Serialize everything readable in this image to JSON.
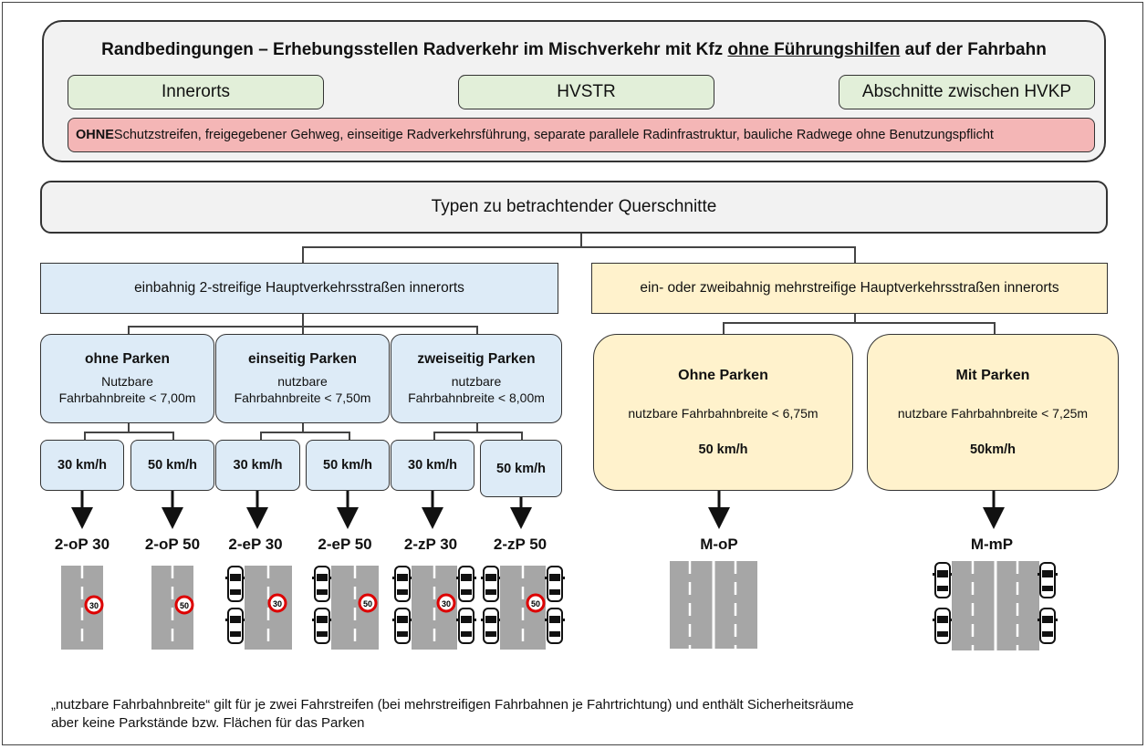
{
  "conditions": {
    "title_pre": "Randbedingungen – Erhebungsstellen Radverkehr im Mischverkehr mit Kfz ",
    "title_underlined": "ohne Führungshilfen",
    "title_post": " auf der Fahrbahn",
    "tags": [
      "Innerorts",
      "HVSTR",
      "Abschnitte zwischen HVKP"
    ],
    "excl_bold": "OHNE",
    "excl_text": " Schutzstreifen, freigegebener Gehweg, einseitige Radverkehrsführung, separate parallele Radinfrastruktur, bauliche Radwege ohne Benutzungspflicht"
  },
  "types_title": "Typen zu betrachtender Querschnitte",
  "branch_left": {
    "label": "einbahnig 2-streifige Hauptverkehrsstraßen innerorts",
    "categories": [
      {
        "title": "ohne Parken",
        "line1": "Nutzbare",
        "line2": "Fahrbahnbreite < 7,00m"
      },
      {
        "title": "einseitig Parken",
        "line1": "nutzbare",
        "line2": "Fahrbahnbreite < 7,50m"
      },
      {
        "title": "zweiseitig Parken",
        "line1": "nutzbare",
        "line2": "Fahrbahnbreite < 8,00m"
      }
    ],
    "speeds": [
      "30 km/h",
      "50 km/h",
      "30 km/h",
      "50 km/h",
      "30 km/h",
      "50 km/h"
    ],
    "codes": [
      "2-oP 30",
      "2-oP 50",
      "2-eP 30",
      "2-eP 50",
      "2-zP 30",
      "2-zP 50"
    ],
    "signs": [
      "30",
      "50",
      "30",
      "50",
      "30",
      "50"
    ]
  },
  "branch_right": {
    "label": "ein- oder zweibahnig mehrstreifige Hauptverkehrsstraßen innerorts",
    "categories": [
      {
        "title": "Ohne Parken",
        "width": "nutzbare Fahrbahnbreite < 6,75m",
        "speed": "50 km/h"
      },
      {
        "title": "Mit Parken",
        "width": "nutzbare Fahrbahnbreite < 7,25m",
        "speed": "50km/h"
      }
    ],
    "codes": [
      "M-oP",
      "M-mP"
    ]
  },
  "footnote": {
    "line1": "„nutzbare Fahrbahnbreite“ gilt für je zwei Fahrstreifen (bei mehrstreifigen Fahrbahnen je Fahrtrichtung) und enthält Sicherheitsräume",
    "line2": "aber keine Parkstände bzw. Flächen für das Parken"
  }
}
